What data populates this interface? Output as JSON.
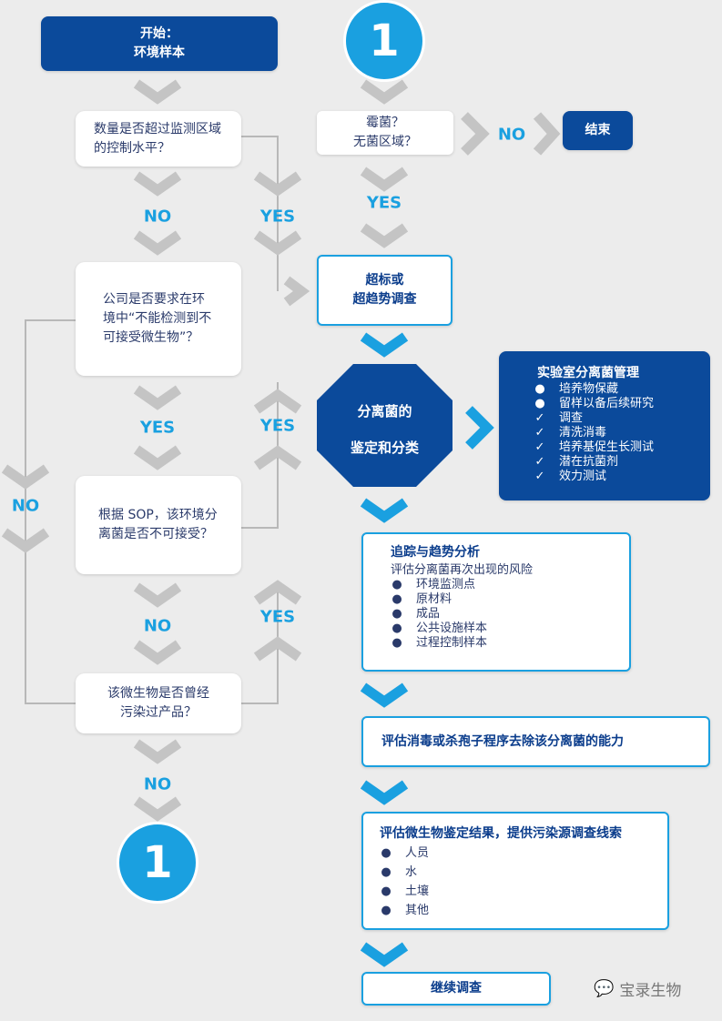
{
  "start": {
    "line1": "开始：",
    "line2": "环境样本"
  },
  "connector_label": "1",
  "q1": "数量是否超过监测区域的控制水平？",
  "q2": "公司是否要求在环境中“不能检测到不可接受微生物”？",
  "q3": "根据 SOP，该环境分离菌是否不可接受？",
  "q4": "该微生物是否曾经污染过产品？",
  "labels": {
    "no": "NO",
    "yes": "YES"
  },
  "mold": {
    "line1": "霉菌？",
    "line2": "无菌区域？"
  },
  "end": "结束",
  "oos": {
    "line1": "超标或",
    "line2": "超趋势调查"
  },
  "identify": {
    "line1": "分离菌的",
    "line2": "鉴定和分类"
  },
  "lab": {
    "title": "实验室分离菌管理",
    "items": [
      {
        "mark": "●",
        "text": "培养物保藏"
      },
      {
        "mark": "●",
        "text": "留样以备后续研究"
      },
      {
        "mark": "✓",
        "text": "调查"
      },
      {
        "mark": "✓",
        "text": "清洗消毒"
      },
      {
        "mark": "✓",
        "text": "培养基促生长测试"
      },
      {
        "mark": "✓",
        "text": "潜在抗菌剂"
      },
      {
        "mark": "✓",
        "text": "效力测试"
      }
    ]
  },
  "trend": {
    "title": "追踪与趋势分析",
    "subtitle": "评估分离菌再次出现的风险",
    "items": [
      "环境监测点",
      "原材料",
      "成品",
      "公共设施样本",
      "过程控制样本"
    ]
  },
  "disinfect": "评估消毒或杀孢子程序去除该分离菌的能力",
  "source": {
    "title": "评估微生物鉴定结果，提供污染源调查线索",
    "items": [
      "人员",
      "水",
      "土壤",
      "其他"
    ]
  },
  "continue": "继续调查",
  "watermark": "宝录生物",
  "colors": {
    "dark_blue": "#0b4a9b",
    "light_blue": "#1aa0e0",
    "gray": "#c4c4c4"
  }
}
